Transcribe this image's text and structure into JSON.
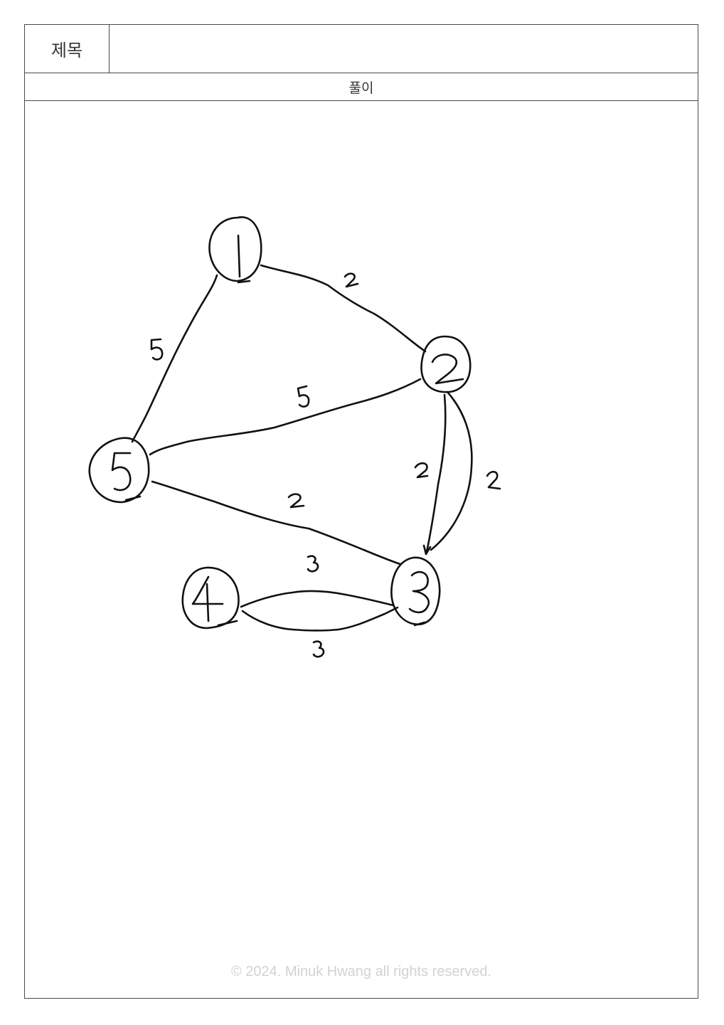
{
  "header": {
    "title_label": "제목",
    "title_value": "",
    "section_label": "풀이"
  },
  "graph": {
    "nodes": [
      "1",
      "2",
      "3",
      "4",
      "5"
    ],
    "edge_weights": {
      "e1_2": "2",
      "e1_5": "5",
      "e2_5": "5",
      "e2_3_inner": "2",
      "e2_3_outer": "2",
      "e5_3": "2",
      "e4_3_top": "3",
      "e4_3_bottom": "3"
    }
  },
  "footer": {
    "copyright": "© 2024. Minuk Hwang all rights reserved."
  }
}
